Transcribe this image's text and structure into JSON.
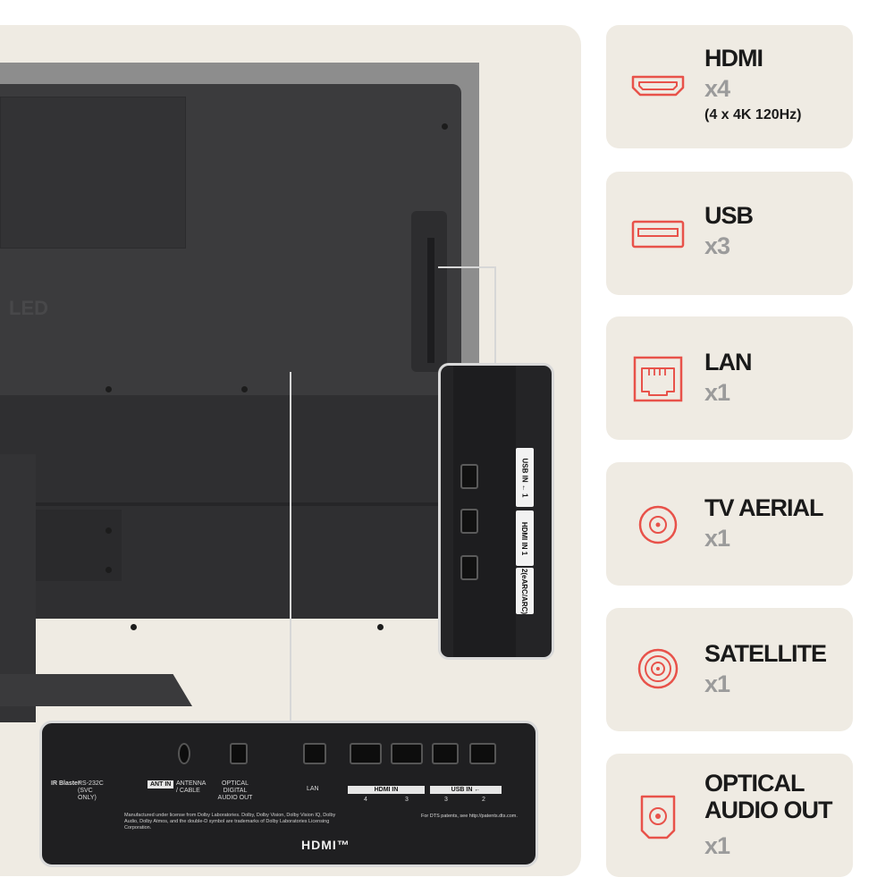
{
  "colors": {
    "accent": "#e8524a",
    "card_bg": "#efebe3",
    "count_gray": "#9b9b9b",
    "heading": "#1a1a1a"
  },
  "product_image": {
    "back_text": "LED",
    "side_ports": {
      "usb_label": "USB IN ← 1",
      "hdmi_label": "HDMI IN 1",
      "hdmi_sub_label": "2(eARC/ARC)",
      "hdmi_number_2": "2"
    },
    "bottom_ports": {
      "ir_label": "IR Blaster",
      "rs232_label": "RS-232C (SVC ONLY)",
      "ant_in_label": "ANT IN",
      "antenna_label": "ANTENNA / CABLE",
      "optical_label": "OPTICAL DIGITAL AUDIO OUT",
      "lan_label": "LAN",
      "hdmi_in_label": "HDMI IN",
      "usb_in_label": "USB IN ←",
      "hdmi_num_4": "4",
      "hdmi_num_3": "3",
      "usb_num_3": "3",
      "usb_num_2": "2",
      "legal_text": "Manufactured under license from Dolby Laboratories. Dolby, Dolby Vision, Dolby Vision IQ, Dolby Audio, Dolby Atmos, and the double-D symbol are trademarks of Dolby Laboratories Licensing Corporation.",
      "dts_text": "For DTS patents, see http://patents.dts.com.",
      "hdmi_logo": "HDMI™"
    }
  },
  "features": [
    {
      "name": "HDMI",
      "count": "x4",
      "detail": "(4 x 4K 120Hz)",
      "icon": "hdmi-port-icon"
    },
    {
      "name": "USB",
      "count": "x3",
      "icon": "usb-port-icon"
    },
    {
      "name": "LAN",
      "count": "x1",
      "icon": "lan-port-icon"
    },
    {
      "name": "TV AERIAL",
      "count": "x1",
      "icon": "coaxial-port-icon"
    },
    {
      "name": "SATELLITE",
      "count": "x1",
      "icon": "satellite-port-icon"
    },
    {
      "name_line1": "OPTICAL",
      "name_line2": "AUDIO OUT",
      "count": "x1",
      "icon": "optical-port-icon"
    }
  ]
}
